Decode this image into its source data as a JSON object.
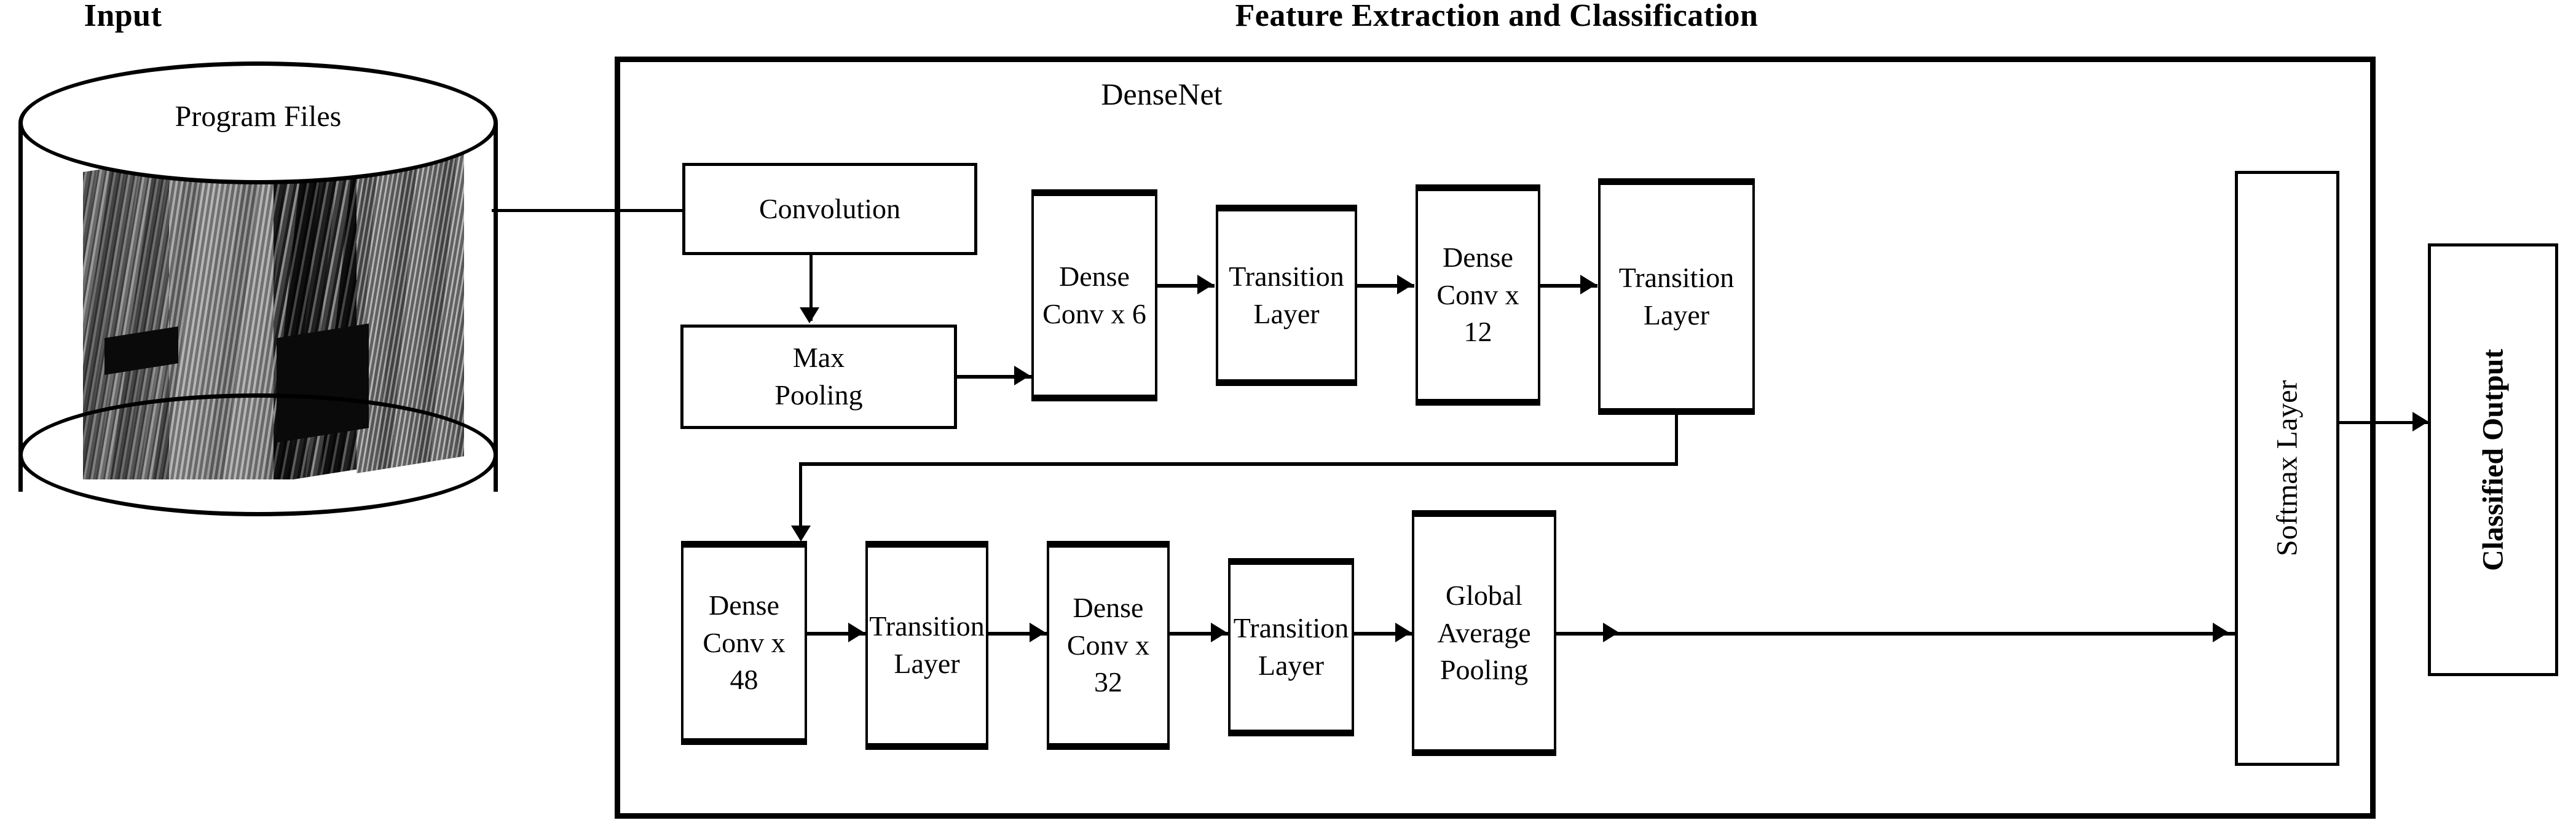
{
  "figure": {
    "type": "architecture-flow-diagram",
    "background_color": "#ffffff",
    "stroke_color": "#000000"
  },
  "input_section": {
    "title": "Input",
    "database_label": "Program Files",
    "icon": "database-cylinder-icon",
    "contents_icon": "malware-grayscale-image-stack"
  },
  "feature_section": {
    "title": "Feature Extraction and Classification",
    "subtitle": "DenseNet"
  },
  "pipeline": {
    "stem": [
      {
        "id": "convolution",
        "label": "Convolution"
      },
      {
        "id": "max-pooling",
        "label": "Max\nPooling",
        "line1": "Max",
        "line2": "Pooling"
      }
    ],
    "top_row": [
      {
        "id": "dense-conv-6",
        "line1": "Dense",
        "line2": "Conv x 6"
      },
      {
        "id": "transition-1",
        "line1": "Transition",
        "line2": "Layer"
      },
      {
        "id": "dense-conv-12",
        "line1": "Dense",
        "line2": "Conv x 12"
      },
      {
        "id": "transition-2",
        "line1": "Transition",
        "line2": "Layer"
      }
    ],
    "bottom_row": [
      {
        "id": "dense-conv-48",
        "line1": "Dense",
        "line2": "Conv x 48"
      },
      {
        "id": "transition-3",
        "line1": "Transition",
        "line2": "Layer"
      },
      {
        "id": "dense-conv-32",
        "line1": "Dense",
        "line2": "Conv x 32"
      },
      {
        "id": "transition-4",
        "line1": "Transition",
        "line2": "Layer"
      },
      {
        "id": "global-avg-pooling",
        "line1": "Global",
        "line2": "Average",
        "line3": "Pooling"
      }
    ],
    "softmax": {
      "id": "softmax-layer",
      "label": "Softmax Layer"
    }
  },
  "output_section": {
    "label": "Classified Output"
  }
}
